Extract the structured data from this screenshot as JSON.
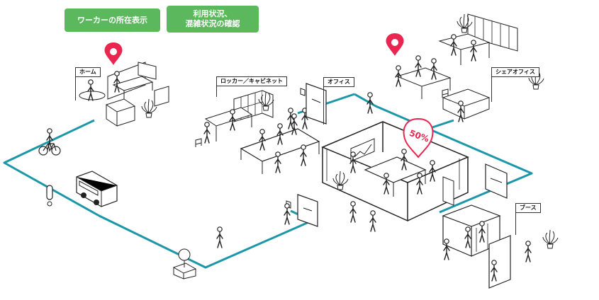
{
  "badges": {
    "location": "ワーカーの所在表示",
    "usage": "利用状況、\n混雑状況の確認"
  },
  "labels": {
    "home": "ホーム",
    "locker": "ロッカー／キャビネット",
    "office": "オフィス",
    "share_office": "シェアオフィス",
    "booth": "ブース"
  },
  "occupancy": {
    "text": "50%"
  },
  "colors": {
    "route": "#1c97a8",
    "badge": "#5cb85c",
    "pin": "#e8264f",
    "line": "#222222"
  },
  "icons": [
    "location-pin-icon",
    "bicycle-icon",
    "bus-icon",
    "person-icon",
    "door-icon",
    "plant-icon",
    "whiteboard-icon",
    "chart-icon"
  ]
}
